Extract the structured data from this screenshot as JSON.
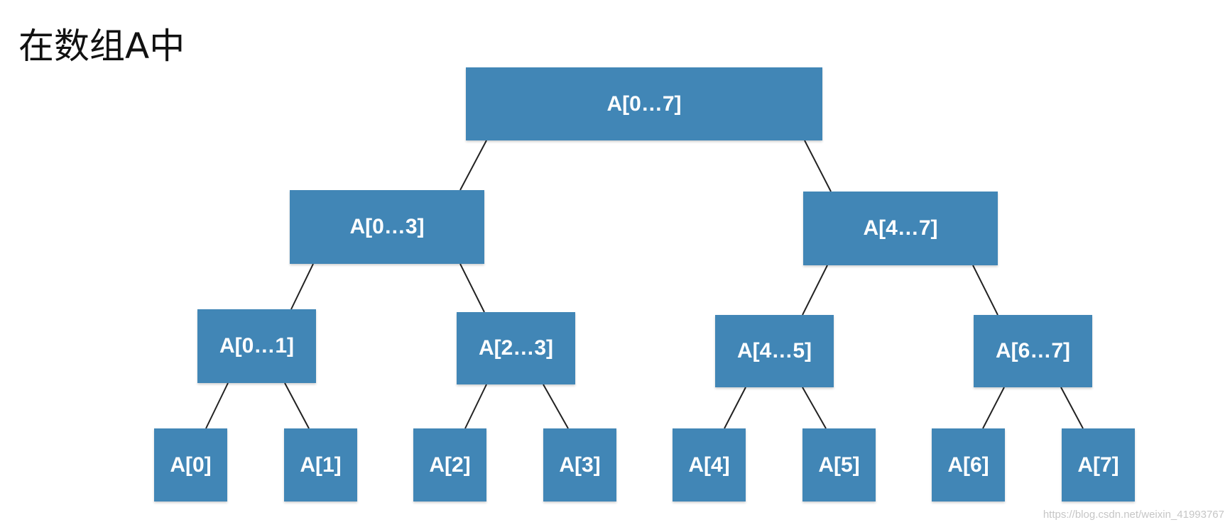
{
  "title": "在数组A中",
  "box_color": "#4186b6",
  "line_color": "#222222",
  "tree": {
    "root": "A[0…7]",
    "level1": [
      "A[0…3]",
      "A[4…7]"
    ],
    "level2": [
      "A[0…1]",
      "A[2…3]",
      "A[4…5]",
      "A[6…7]"
    ],
    "leaves": [
      "A[0]",
      "A[1]",
      "A[2]",
      "A[3]",
      "A[4]",
      "A[5]",
      "A[6]",
      "A[7]"
    ]
  },
  "watermark": "https://blog.csdn.net/weixin_41993767"
}
